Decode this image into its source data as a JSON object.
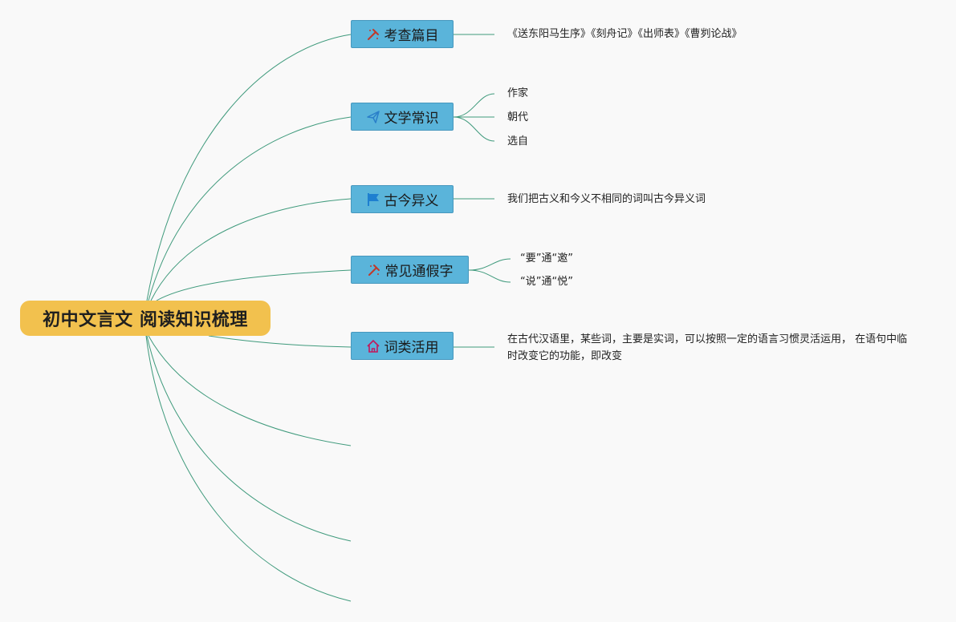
{
  "root": {
    "title": "初中文言文 阅读知识梳理"
  },
  "branches": [
    {
      "label": "考查篇目",
      "icon": "pick-axe-icon",
      "icon_color": "#c0392b",
      "children": [
        "《送东阳马生序》《刻舟记》《出师表》《曹刿论战》"
      ]
    },
    {
      "label": "文学常识",
      "icon": "paper-plane-icon",
      "icon_color": "#2a7fc9",
      "children": [
        "作家",
        "朝代",
        "选自"
      ]
    },
    {
      "label": "古今异义",
      "icon": "flag-icon",
      "icon_color": "#1e7fd0",
      "children": [
        "我们把古义和今义不相同的词叫古今异义词"
      ]
    },
    {
      "label": "常见通假字",
      "icon": "pick-axe-icon",
      "icon_color": "#c0392b",
      "children": [
        "“要”通“邀”",
        "“说”通“悦”"
      ]
    },
    {
      "label": "词类活用",
      "icon": "home-icon",
      "icon_color": "#c2185b",
      "children": [
        "在古代汉语里，某些词，主要是实词，可以按照一定的语言习惯灵活运用， 在语句中临时改变它的功能，即改变"
      ]
    }
  ],
  "colors": {
    "connector": "#3f9a7c",
    "root_fill": "#f2c14e",
    "branch_fill": "#5ab4da",
    "background": "#f9f9f9"
  }
}
